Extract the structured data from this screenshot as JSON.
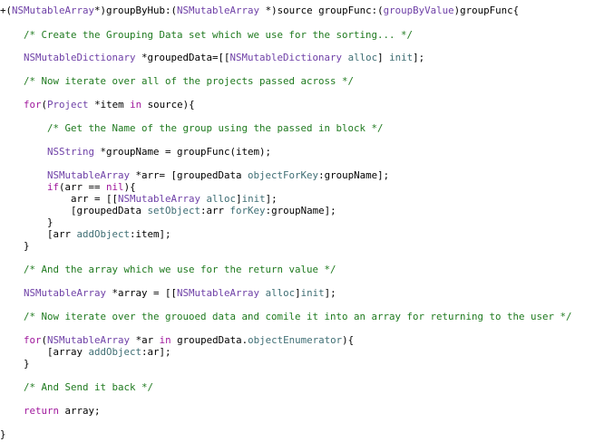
{
  "editor": {
    "colors": {
      "background": "#ffffff",
      "plain": "#000000",
      "type": "#6f41a7",
      "keyword": "#a0199d",
      "comment": "#1f7a1f",
      "method": "#3f6e74"
    },
    "lines": [
      {
        "tokens": [
          {
            "kind": "plain",
            "text": "+("
          },
          {
            "kind": "type",
            "text": "NSMutableArray"
          },
          {
            "kind": "plain",
            "text": "*)groupByHub:("
          },
          {
            "kind": "type",
            "text": "NSMutableArray"
          },
          {
            "kind": "plain",
            "text": " *)source groupFunc:("
          },
          {
            "kind": "type",
            "text": "groupByValue"
          },
          {
            "kind": "plain",
            "text": ")groupFunc{"
          }
        ]
      },
      {
        "tokens": [
          {
            "kind": "plain",
            "text": "    "
          },
          {
            "kind": "comment",
            "text": "/* Create the Grouping Data set which we use for the sorting... */"
          }
        ]
      },
      {
        "tokens": [
          {
            "kind": "plain",
            "text": "    "
          },
          {
            "kind": "type",
            "text": "NSMutableDictionary"
          },
          {
            "kind": "plain",
            "text": " *groupedData=[["
          },
          {
            "kind": "type",
            "text": "NSMutableDictionary"
          },
          {
            "kind": "plain",
            "text": " "
          },
          {
            "kind": "method",
            "text": "alloc"
          },
          {
            "kind": "plain",
            "text": "] "
          },
          {
            "kind": "method",
            "text": "init"
          },
          {
            "kind": "plain",
            "text": "];"
          }
        ]
      },
      {
        "tokens": [
          {
            "kind": "plain",
            "text": "    "
          },
          {
            "kind": "comment",
            "text": "/* Now iterate over all of the projects passed across */"
          }
        ]
      },
      {
        "tokens": [
          {
            "kind": "plain",
            "text": "    "
          },
          {
            "kind": "keyword",
            "text": "for"
          },
          {
            "kind": "plain",
            "text": "("
          },
          {
            "kind": "type",
            "text": "Project"
          },
          {
            "kind": "plain",
            "text": " *item "
          },
          {
            "kind": "keyword",
            "text": "in"
          },
          {
            "kind": "plain",
            "text": " source){"
          }
        ]
      },
      {
        "tokens": [
          {
            "kind": "plain",
            "text": "        "
          },
          {
            "kind": "comment",
            "text": "/* Get the Name of the group using the passed in block */"
          }
        ]
      },
      {
        "tokens": [
          {
            "kind": "plain",
            "text": "        "
          },
          {
            "kind": "type",
            "text": "NSString"
          },
          {
            "kind": "plain",
            "text": " *groupName = groupFunc(item);"
          }
        ]
      },
      {
        "tokens": [
          {
            "kind": "plain",
            "text": "        "
          },
          {
            "kind": "type",
            "text": "NSMutableArray"
          },
          {
            "kind": "plain",
            "text": " *arr= [groupedData "
          },
          {
            "kind": "method",
            "text": "objectForKey"
          },
          {
            "kind": "plain",
            "text": ":groupName];"
          }
        ]
      },
      {
        "tokens": [
          {
            "kind": "plain",
            "text": "        "
          },
          {
            "kind": "keyword",
            "text": "if"
          },
          {
            "kind": "plain",
            "text": "(arr == "
          },
          {
            "kind": "keyword",
            "text": "nil"
          },
          {
            "kind": "plain",
            "text": "){"
          }
        ]
      },
      {
        "tokens": [
          {
            "kind": "plain",
            "text": "            arr = [["
          },
          {
            "kind": "type",
            "text": "NSMutableArray"
          },
          {
            "kind": "plain",
            "text": " "
          },
          {
            "kind": "method",
            "text": "alloc"
          },
          {
            "kind": "plain",
            "text": "]"
          },
          {
            "kind": "method",
            "text": "init"
          },
          {
            "kind": "plain",
            "text": "];"
          }
        ]
      },
      {
        "tokens": [
          {
            "kind": "plain",
            "text": "            [groupedData "
          },
          {
            "kind": "method",
            "text": "setObject"
          },
          {
            "kind": "plain",
            "text": ":arr "
          },
          {
            "kind": "method",
            "text": "forKey"
          },
          {
            "kind": "plain",
            "text": ":groupName];"
          }
        ]
      },
      {
        "tokens": [
          {
            "kind": "plain",
            "text": "        }"
          }
        ]
      },
      {
        "tokens": [
          {
            "kind": "plain",
            "text": "        [arr "
          },
          {
            "kind": "method",
            "text": "addObject"
          },
          {
            "kind": "plain",
            "text": ":item];"
          }
        ]
      },
      {
        "tokens": [
          {
            "kind": "plain",
            "text": "    }"
          }
        ]
      },
      {
        "tokens": [
          {
            "kind": "plain",
            "text": "    "
          },
          {
            "kind": "comment",
            "text": "/* And the array which we use for the return value */"
          }
        ]
      },
      {
        "tokens": [
          {
            "kind": "plain",
            "text": "    "
          },
          {
            "kind": "type",
            "text": "NSMutableArray"
          },
          {
            "kind": "plain",
            "text": " *array = [["
          },
          {
            "kind": "type",
            "text": "NSMutableArray"
          },
          {
            "kind": "plain",
            "text": " "
          },
          {
            "kind": "method",
            "text": "alloc"
          },
          {
            "kind": "plain",
            "text": "]"
          },
          {
            "kind": "method",
            "text": "init"
          },
          {
            "kind": "plain",
            "text": "];"
          }
        ]
      },
      {
        "tokens": [
          {
            "kind": "plain",
            "text": "    "
          },
          {
            "kind": "comment",
            "text": "/* Now iterate over the grouoed data and comile it into an array for returning to the user */"
          }
        ]
      },
      {
        "tokens": [
          {
            "kind": "plain",
            "text": "    "
          },
          {
            "kind": "keyword",
            "text": "for"
          },
          {
            "kind": "plain",
            "text": "("
          },
          {
            "kind": "type",
            "text": "NSMutableArray"
          },
          {
            "kind": "plain",
            "text": " *ar "
          },
          {
            "kind": "keyword",
            "text": "in"
          },
          {
            "kind": "plain",
            "text": " groupedData."
          },
          {
            "kind": "method",
            "text": "objectEnumerator"
          },
          {
            "kind": "plain",
            "text": "){"
          }
        ]
      },
      {
        "tokens": [
          {
            "kind": "plain",
            "text": "        [array "
          },
          {
            "kind": "method",
            "text": "addObject"
          },
          {
            "kind": "plain",
            "text": ":ar];"
          }
        ]
      },
      {
        "tokens": [
          {
            "kind": "plain",
            "text": "    }"
          }
        ]
      },
      {
        "tokens": [
          {
            "kind": "plain",
            "text": "    "
          },
          {
            "kind": "comment",
            "text": "/* And Send it back */"
          }
        ]
      },
      {
        "tokens": [
          {
            "kind": "plain",
            "text": "    "
          },
          {
            "kind": "keyword",
            "text": "return"
          },
          {
            "kind": "plain",
            "text": " array;"
          }
        ]
      },
      {
        "tokens": [
          {
            "kind": "plain",
            "text": "}"
          }
        ]
      }
    ]
  }
}
